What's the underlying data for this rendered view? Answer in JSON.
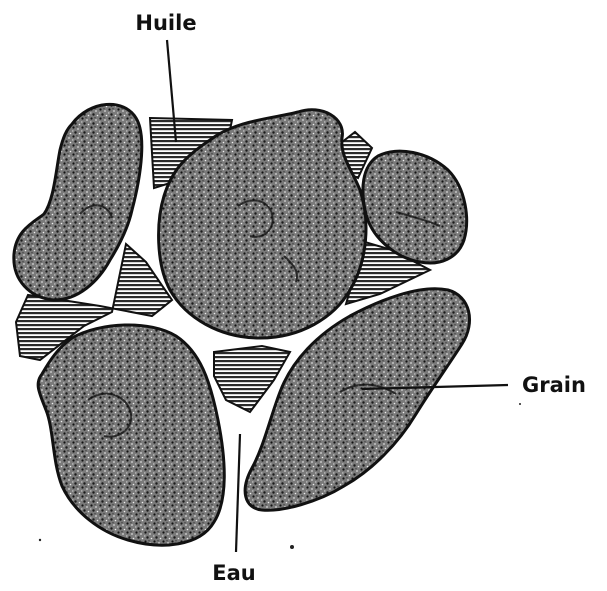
{
  "labels": {
    "oil": "Huile",
    "grain": "Grain",
    "water": "Eau"
  },
  "colors": {
    "ink": "#111111",
    "paper": "#ffffff",
    "grain_fill": "#6f6f6f",
    "oil_fill": "#3a3a3a"
  }
}
